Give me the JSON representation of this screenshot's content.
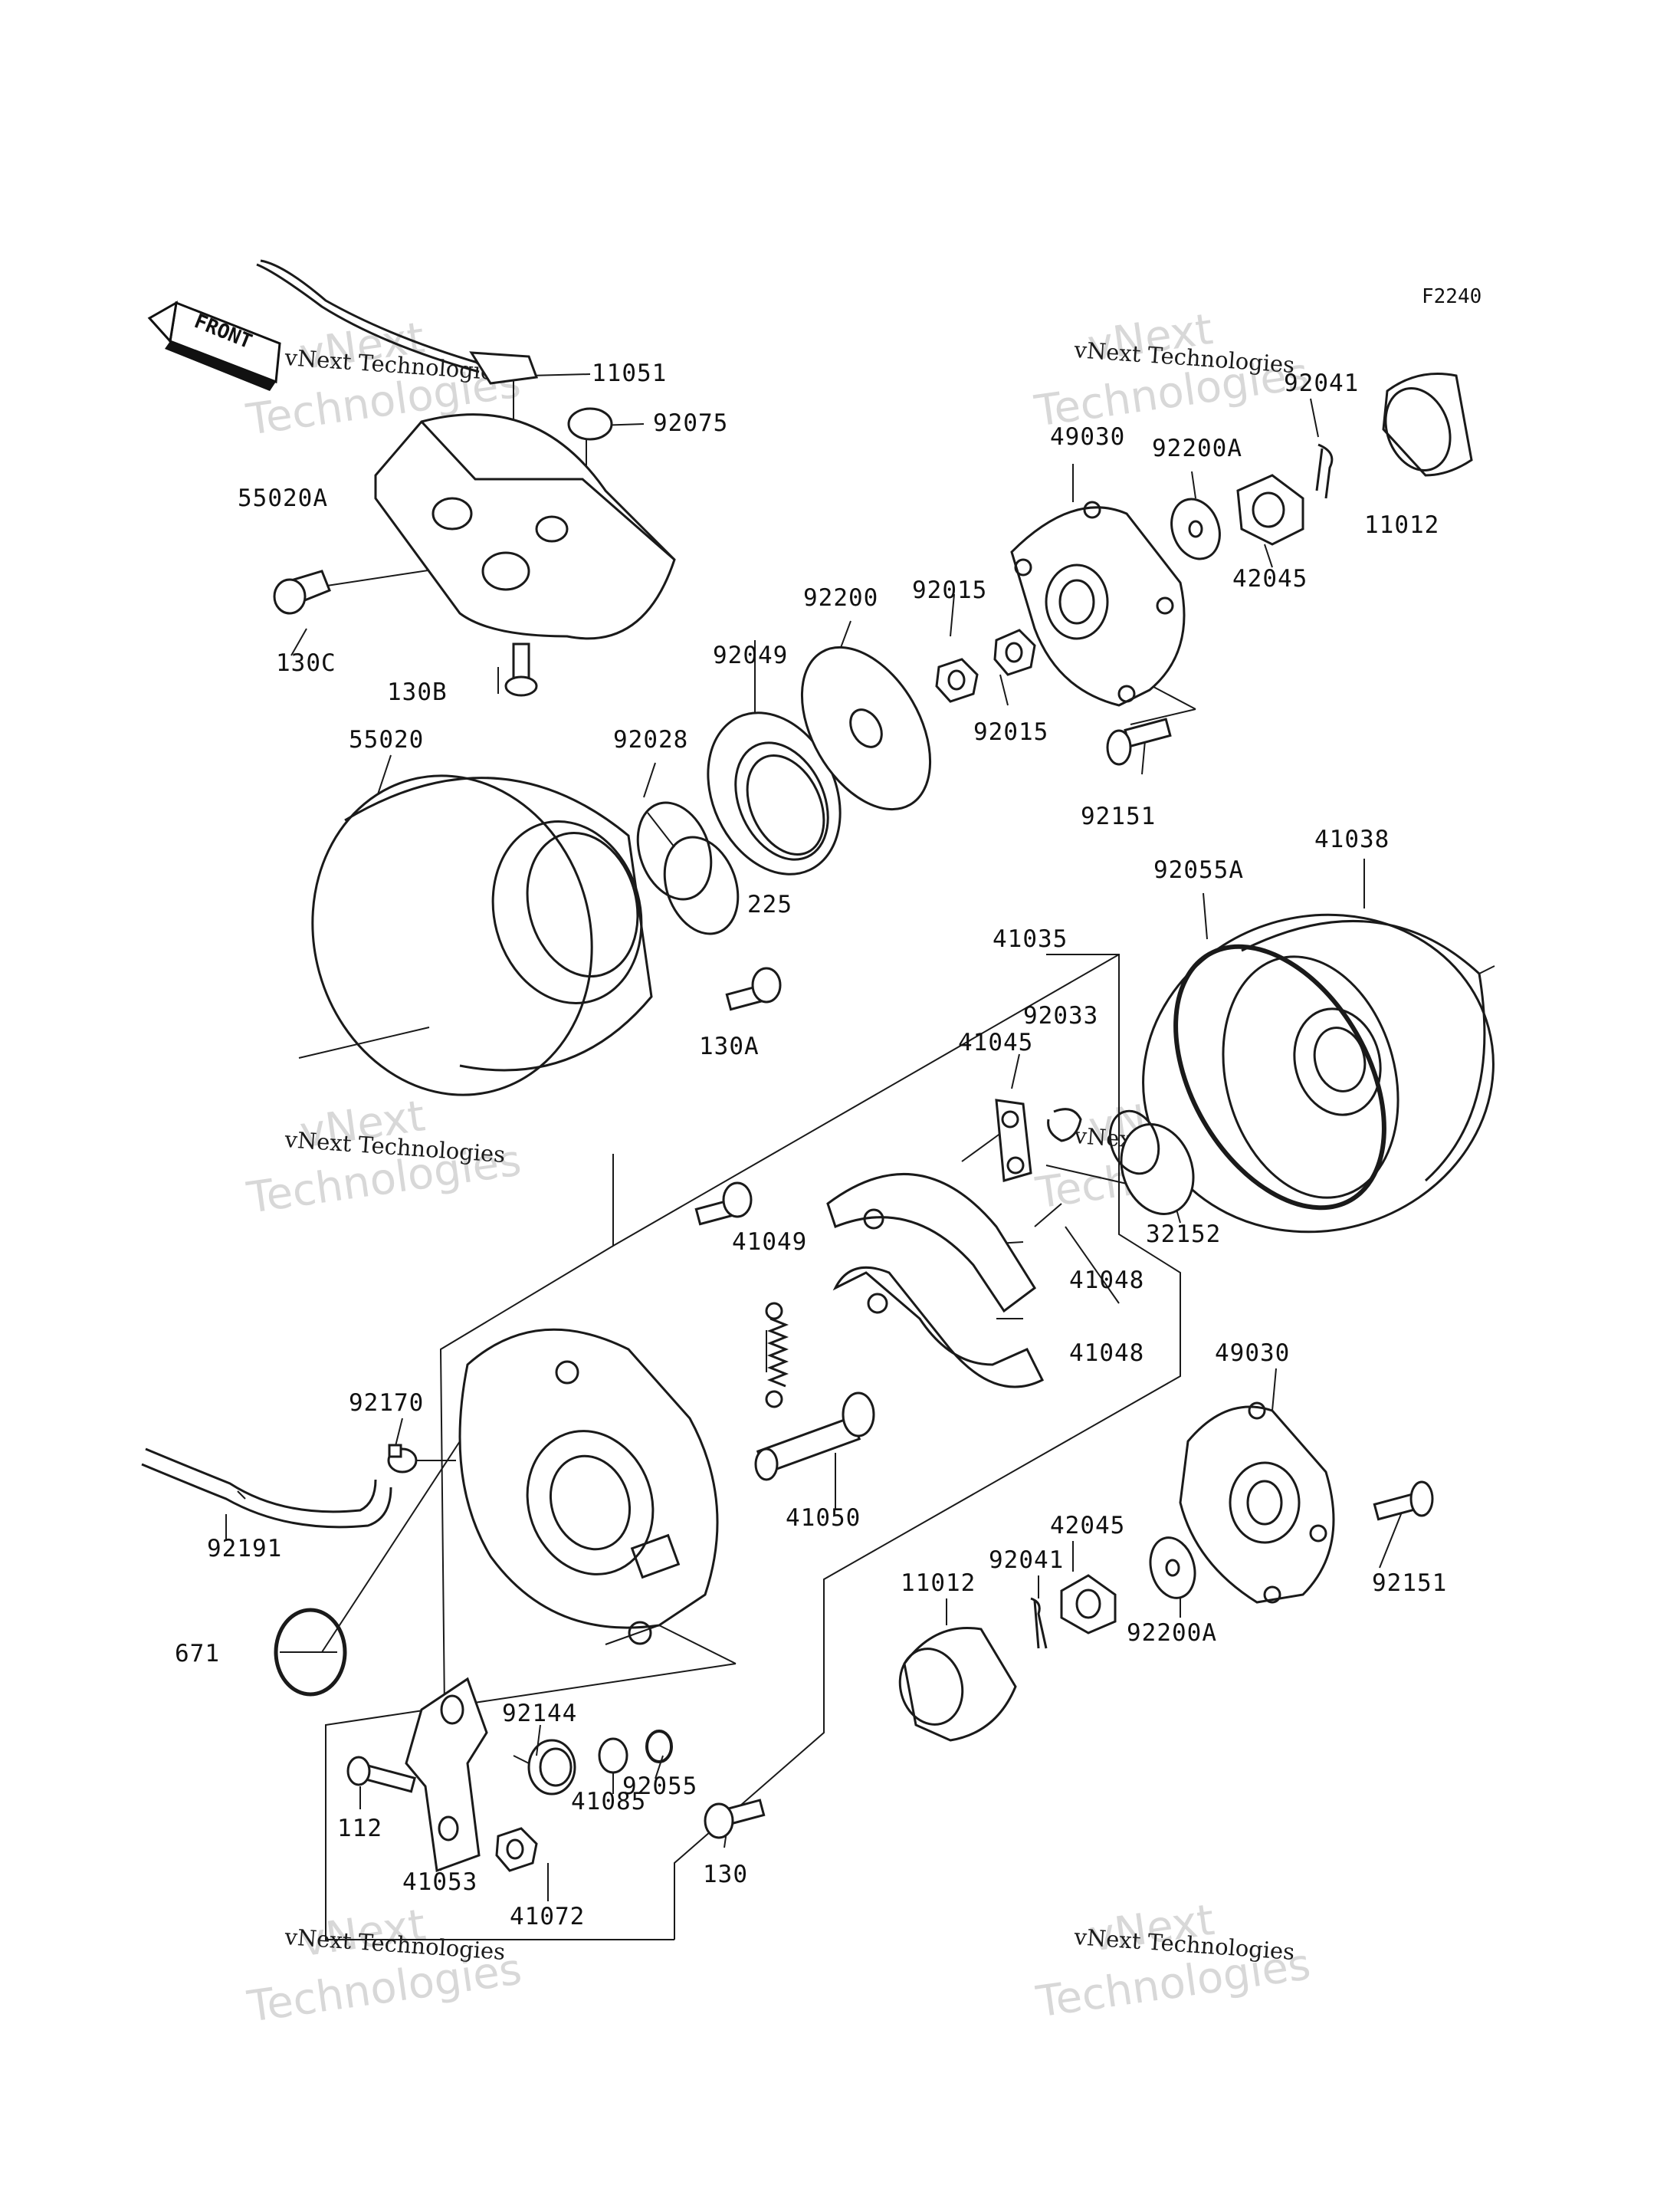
{
  "figure_code": "F2240",
  "front_arrow_text": "FRONT",
  "watermark_small": "vNext Technologies",
  "watermark_large_1": "vNext",
  "watermark_large_2": "Technologies",
  "parts": {
    "p11051": "11051",
    "p92075": "92075",
    "p55020A": "55020A",
    "p130C": "130C",
    "p130B": "130B",
    "p55020": "55020",
    "p92028": "92028",
    "p92049": "92049",
    "p92200": "92200",
    "p92015a": "92015",
    "p92015b": "92015",
    "p49030a": "49030",
    "p92200Aa": "92200A",
    "p92041a": "92041",
    "p11012a": "11012",
    "p42045a": "42045",
    "p92151a": "92151",
    "p41038": "41038",
    "p92055A": "92055A",
    "p225": "225",
    "p41035": "41035",
    "p92033": "92033",
    "p41045": "41045",
    "p130A": "130A",
    "p32152": "32152",
    "p41049": "41049",
    "p41048a": "41048",
    "p41048b": "41048",
    "p49030b": "49030",
    "p92170": "92170",
    "p41050": "41050",
    "p42045b": "42045",
    "p92041b": "92041",
    "p11012b": "11012",
    "p92151b": "92151",
    "p92200Ab": "92200A",
    "p92191": "92191",
    "p671": "671",
    "p92144": "92144",
    "p92055": "92055",
    "p41085": "41085",
    "p112": "112",
    "p130": "130",
    "p41053": "41053",
    "p41072": "41072"
  }
}
